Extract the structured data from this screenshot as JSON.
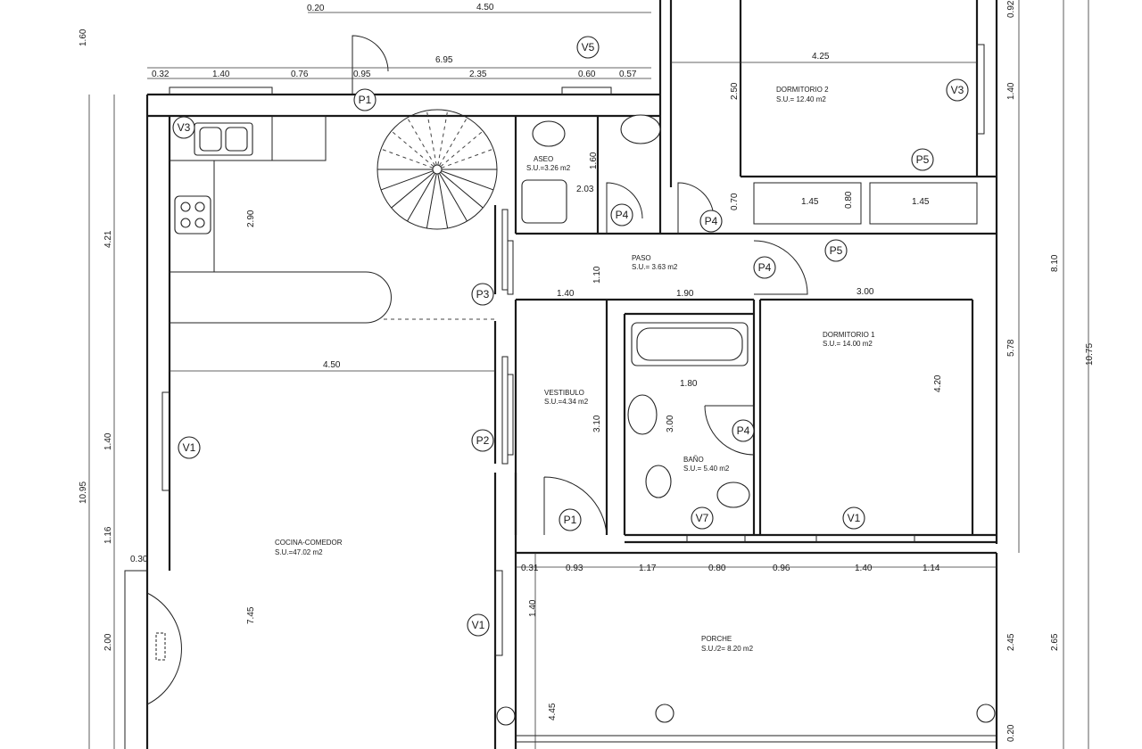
{
  "rooms": [
    {
      "id": "dormitorio2",
      "name": "DORMITORIO 2",
      "area": "S.U.= 12.40 m2"
    },
    {
      "id": "aseo",
      "name": "ASEO",
      "area": "S.U.=3.26 m2"
    },
    {
      "id": "paso",
      "name": "PASO",
      "area": "S.U.= 3.63 m2"
    },
    {
      "id": "dormitorio1",
      "name": "DORMITORIO 1",
      "area": "S.U.= 14.00 m2"
    },
    {
      "id": "vestibulo",
      "name": "VESTIBULO",
      "area": "S.U.=4.34 m2"
    },
    {
      "id": "bano",
      "name": "BAÑO",
      "area": "S.U.= 5.40 m2"
    },
    {
      "id": "cocina",
      "name": "COCINA-COMEDOR",
      "area": "S.U.=47.02 m2"
    },
    {
      "id": "porche",
      "name": "PORCHE",
      "area": "S.U./2= 8.20 m2"
    }
  ],
  "dimensions": {
    "top": [
      "0.20",
      "4.50",
      "6.95",
      "0.32",
      "1.40",
      "0.76",
      "0.95",
      "2.35",
      "0.60",
      "0.57",
      "4.25"
    ],
    "left": [
      "1.60",
      "4.21",
      "1.40",
      "1.16",
      "0.30",
      "2.00",
      "10.95",
      "7.45",
      "2.90"
    ],
    "right": [
      "0.92",
      "1.40",
      "8.10",
      "5.78",
      "10.75",
      "2.45",
      "2.65",
      "0.20"
    ],
    "interior": [
      "2.50",
      "1.60",
      "2.03",
      "1.45",
      "0.80",
      "1.45",
      "0.70",
      "1.10",
      "1.40",
      "1.90",
      "3.00",
      "4.50",
      "4.20",
      "1.80",
      "3.00",
      "3.10",
      "4.45"
    ],
    "porch_row": [
      "0.31",
      "0.93",
      "1.17",
      "0.80",
      "0.96",
      "1.40",
      "1.14"
    ],
    "porch_left": "1.40"
  },
  "tags": [
    "V5",
    "V3",
    "P1",
    "V3",
    "P5",
    "P4",
    "P4",
    "P4",
    "P5",
    "P3",
    "V1",
    "P2",
    "P4",
    "P1",
    "V7",
    "V1",
    "V1"
  ]
}
